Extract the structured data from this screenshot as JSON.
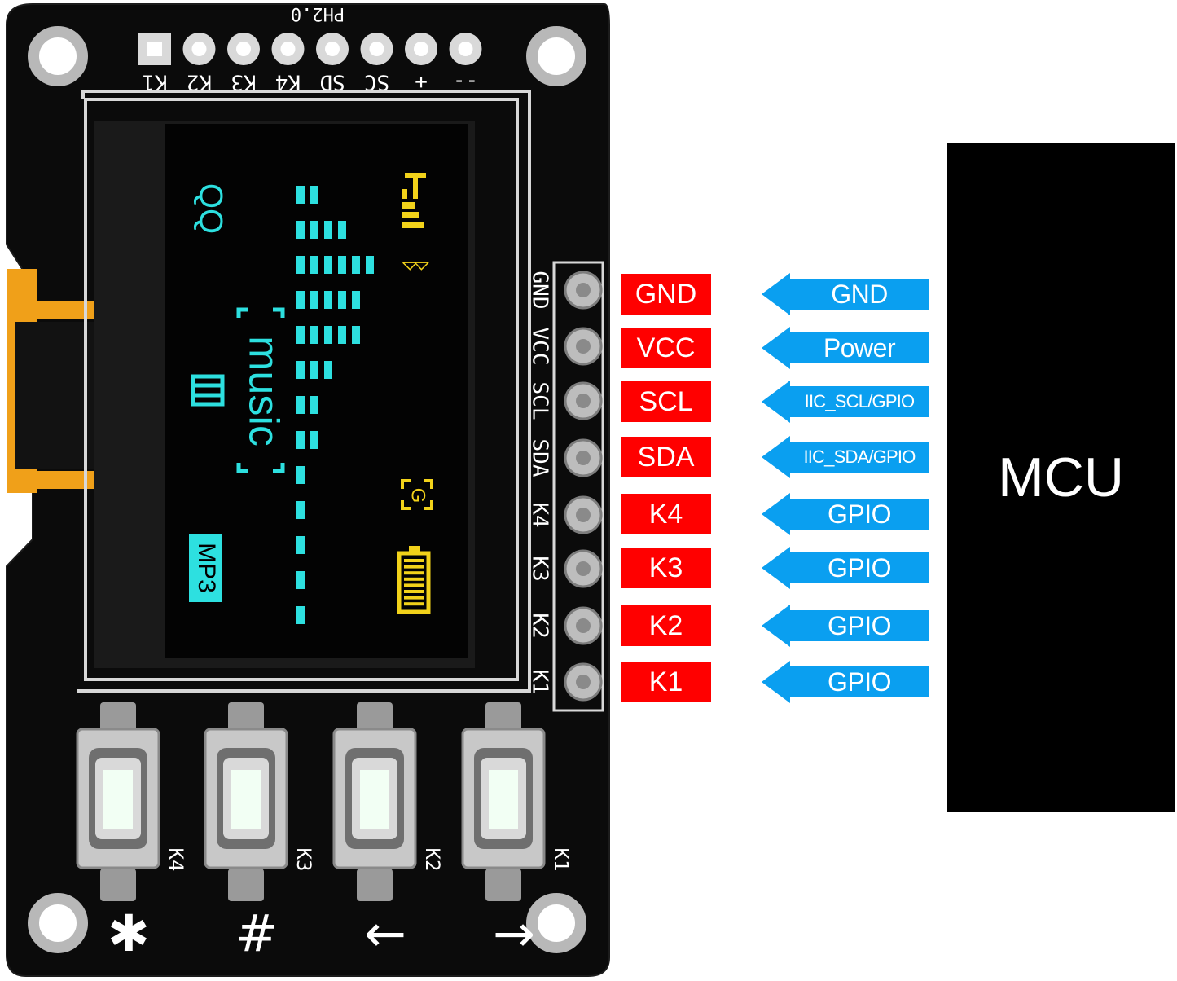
{
  "board": {
    "header_top_label": "PH2.0",
    "top_pins": [
      "K1",
      "K2",
      "K3",
      "K4",
      "SD",
      "SC",
      "+",
      "--"
    ],
    "side_pins": [
      "GND",
      "VCC",
      "SCL",
      "SDA",
      "K4",
      "K3",
      "K2",
      "K1"
    ],
    "button_labels": [
      "K4",
      "K3",
      "K2",
      "K1"
    ],
    "button_symbols": [
      "✱",
      "#",
      "←",
      "→"
    ]
  },
  "screen": {
    "qq_text": "QQ",
    "music_text": "music",
    "mp3_badge": "MP3",
    "g_text": "G",
    "cyan_color": "#2de0e0",
    "yellow_color": "#f2d21a"
  },
  "pinout": {
    "pins": [
      {
        "name": "GND",
        "function": "GND"
      },
      {
        "name": "VCC",
        "function": "Power"
      },
      {
        "name": "SCL",
        "function": "IIC_SCL/GPIO"
      },
      {
        "name": "SDA",
        "function": "IIC_SDA/GPIO"
      },
      {
        "name": "K4",
        "function": "GPIO"
      },
      {
        "name": "K3",
        "function": "GPIO"
      },
      {
        "name": "K2",
        "function": "GPIO"
      },
      {
        "name": "K1",
        "function": "GPIO"
      }
    ],
    "pin_color": "#ff0000",
    "arrow_color": "#0a9ff0"
  },
  "mcu": {
    "label": "MCU",
    "color": "#000000"
  }
}
